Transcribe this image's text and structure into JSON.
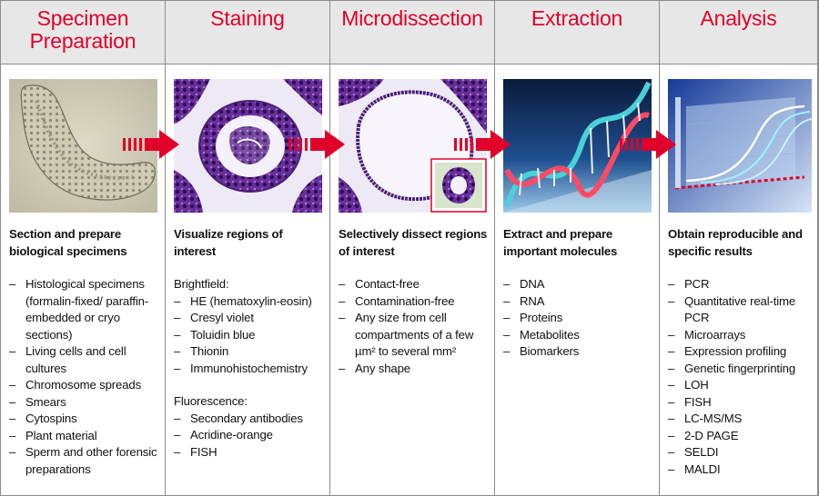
{
  "columns": [
    {
      "title": "Specimen\nPreparation",
      "lead": "Section and prepare biological specimens",
      "items": [
        "Histological specimens (formalin-fixed/ paraffin-embedded or cryo sections)",
        "Living cells and cell cultures",
        "Chromosome spreads",
        "Smears",
        "Cytospins",
        "Plant material",
        "Sperm and other forensic preparations"
      ]
    },
    {
      "title": "Staining",
      "lead": "Visualize regions of interest",
      "groups": [
        {
          "heading": "Brightfield:",
          "items": [
            "HE (hematoxylin-eosin)",
            "Cresyl violet",
            "Toluidin blue",
            "Thionin",
            "Immunohistochemistry"
          ]
        },
        {
          "heading": "Fluorescence:",
          "items": [
            "Secondary antibodies",
            "Acridine-orange",
            "FISH"
          ]
        }
      ]
    },
    {
      "title": "Microdissection",
      "lead": "Selectively dissect regions of interest",
      "items": [
        "Contact-free",
        "Contamination-free",
        "Any size from cell compartments of a few µm² to several mm²",
        "Any shape"
      ]
    },
    {
      "title": "Extraction",
      "lead": "Extract and prepare important molecules",
      "items": [
        "DNA",
        "RNA",
        "Proteins",
        "Metabolites",
        "Biomarkers"
      ]
    },
    {
      "title": "Analysis",
      "lead": "Obtain reproducible and specific results",
      "items": [
        "PCR",
        "Quantitative real-time PCR",
        "Microarrays",
        "Expression profiling",
        "Genetic fingerprinting",
        "LOH",
        "FISH",
        "LC-MS/MS",
        "2-D PAGE",
        "SELDI",
        "MALDI"
      ]
    }
  ],
  "colors": {
    "title": "#e0002a",
    "arrow": "#e0002a",
    "header_bg": "#e7e7e7",
    "border": "#8c8c8c"
  },
  "icons": [
    "specimen-image",
    "stained-tissue-image",
    "microdissection-image",
    "dna-helix-image",
    "analysis-chart-image",
    "process-arrow"
  ]
}
